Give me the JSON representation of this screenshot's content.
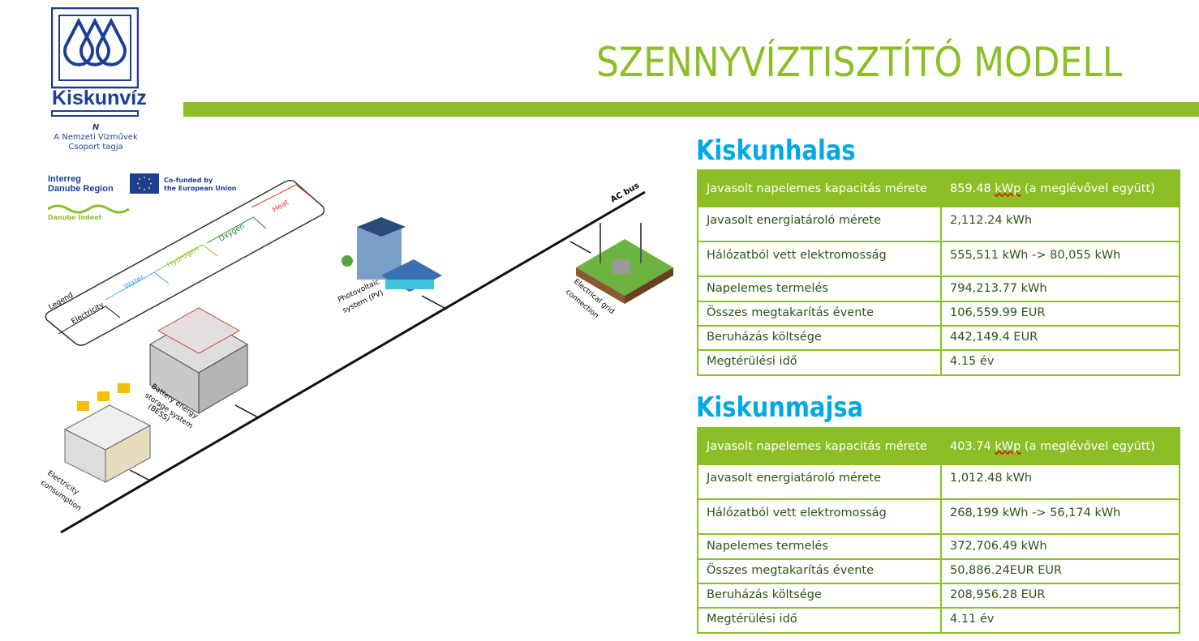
{
  "title": "SZENNYVÍZTISZTÍTÓ MODELL",
  "logo": {
    "name": "Kiskunvíz",
    "tagline1": "A Nemzeti Vízművek",
    "tagline2": "Csoport tagja"
  },
  "partners": {
    "interreg1": "Interreg",
    "interreg2": "Danube Region",
    "eu1": "Co-funded by",
    "eu2": "the European Union",
    "project": "Danube Indeet"
  },
  "diagram": {
    "legend": "Legend",
    "electricity": "Electricity",
    "water": "Water",
    "hydrogen": "Hydrogen",
    "oxygen": "Oxygen",
    "heat": "Heat",
    "ac_bus": "AC bus",
    "pv1": "Photovoltaic",
    "pv2": "system (PV)",
    "grid1": "Electrical grid",
    "grid2": "connection",
    "bess1": "Battery energy",
    "bess2": "storage system",
    "bess3": "(BESS)",
    "cons1": "Electricity",
    "cons2": "consumption"
  },
  "sections": [
    {
      "city": "Kiskunhalas",
      "rows": [
        {
          "label": "Javasolt napelemes kapacitás mérete",
          "value_num": "859.48 ",
          "value_unit": "kWp",
          "value_rest": " (a meglévővel együtt)"
        },
        {
          "label": "Javasolt energiatároló mérete",
          "value": "2,112.24 kWh"
        },
        {
          "label": "Hálózatból vett elektromosság",
          "value": "555,511 kWh -> 80,055 kWh"
        },
        {
          "label": "Napelemes termelés",
          "value": "794,213.77 kWh"
        },
        {
          "label": "Összes megtakarítás évente",
          "value": "106,559.99 EUR"
        },
        {
          "label": "Beruházás költsége",
          "value": "442,149.4 EUR"
        },
        {
          "label": "Megtérülési idő",
          "value": "4.15 év"
        }
      ]
    },
    {
      "city": "Kiskunmajsa",
      "rows": [
        {
          "label": "Javasolt napelemes kapacitás mérete",
          "value_num": "403.74 ",
          "value_unit": "kWp",
          "value_rest": " (a meglévővel együtt)"
        },
        {
          "label": "Javasolt energiatároló mérete",
          "value": "1,012.48 kWh"
        },
        {
          "label": "Hálózatból vett elektromosság",
          "value": "268,199 kWh -> 56,174 kWh"
        },
        {
          "label": "Napelemes termelés",
          "value": "372,706.49 kWh"
        },
        {
          "label": "Összes megtakarítás évente",
          "value": "50,886.24EUR EUR"
        },
        {
          "label": "Beruházás költsége",
          "value": "208,956.28 EUR"
        },
        {
          "label": "Megtérülési idő",
          "value": "4.11 év"
        }
      ]
    }
  ]
}
